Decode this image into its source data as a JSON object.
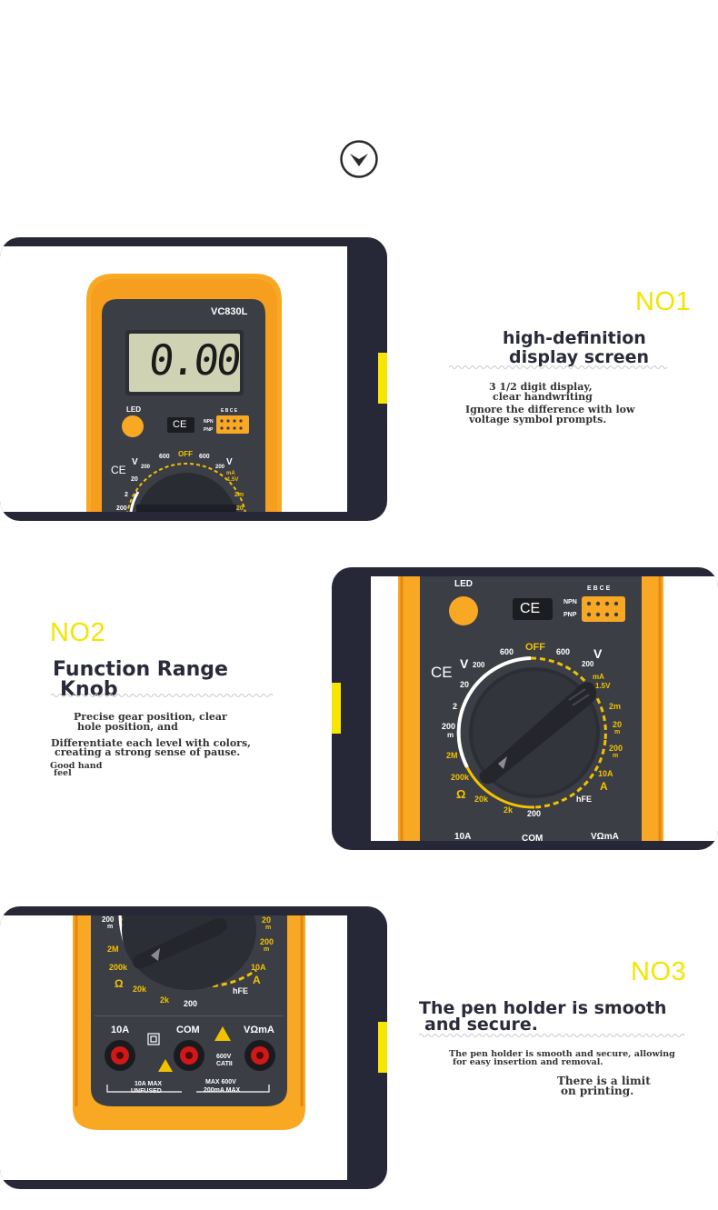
{
  "icons": {
    "scroll_down": "chevron-down-circle-icon",
    "ce_mark": "ce-mark-icon",
    "warning": "warning-triangle-icon",
    "double_insulation": "square-icon"
  },
  "colors": {
    "tablet_frame": "#262838",
    "accent_yellow": "#f7e600",
    "label_yellow": "#f2e500",
    "meter_orange": "#f9a824",
    "meter_body": "#3c3e46",
    "lcd_green": "#cfd3b4",
    "jack_red": "#d11818"
  },
  "section1": {
    "number": "NO1",
    "title_line1": "high-definition",
    "title_line2": "display screen",
    "desc_line1": "3 1/2 digit display,",
    "desc_line2": "clear handwriting",
    "desc_line3": "Ignore the difference with low",
    "desc_line4": "voltage symbol prompts.",
    "meter": {
      "model": "VC830L",
      "lcd": "0.00",
      "led": "LED",
      "ce": "CE",
      "ebce": "E B C E",
      "npn": "NPN",
      "pnp": "PNP",
      "dial": [
        "600",
        "OFF",
        "600",
        "V",
        "V",
        "200",
        "200",
        "20",
        "2",
        "200",
        "mA",
        "1.5V",
        "2m",
        "20"
      ]
    }
  },
  "section2": {
    "number": "NO2",
    "title_line1": "Function Range",
    "title_line2": "Knob",
    "desc_line1": "Precise gear position, clear",
    "desc_line2": "hole position, and",
    "desc_line3": "Differentiate each level with colors,",
    "desc_line4": "creating a strong sense of pause.",
    "desc_line5": "Good hand",
    "desc_line6": "feel",
    "meter": {
      "led": "LED",
      "ce": "CE",
      "ebce": "E B C E",
      "npn": "NPN",
      "pnp": "PNP",
      "off": "OFF",
      "v_dc": "V",
      "v_ac": "V",
      "left": [
        "200",
        "20",
        "2",
        "200",
        "m",
        "2M",
        "200k",
        "Ω",
        "20k",
        "2k",
        "200"
      ],
      "top": [
        "600",
        "600",
        "200"
      ],
      "right": [
        "mA",
        "1.5V",
        "2m",
        "20",
        "m",
        "200",
        "m",
        "10A",
        "A",
        "hFE"
      ],
      "bottom": [
        "10A",
        "COM",
        "VΩmA"
      ]
    }
  },
  "section3": {
    "number": "NO3",
    "title_line1": "The pen holder is smooth",
    "title_line2": "and secure.",
    "desc_line1": "The pen holder is smooth and secure, allowing",
    "desc_line2": "for easy insertion and removal.",
    "desc_line3": "There is a limit",
    "desc_line4": "on printing.",
    "meter": {
      "left": [
        "200",
        "m",
        "2M",
        "200k",
        "Ω",
        "20k",
        "2k",
        "200"
      ],
      "right": [
        "20",
        "m",
        "200",
        "m",
        "10A",
        "A",
        "hFE"
      ],
      "jacks": [
        "10A",
        "COM",
        "VΩmA"
      ],
      "cat": "600V",
      "cat2": "CATII",
      "fuse1": "10A MAX",
      "fuse2": "UNFUSED",
      "max1": "MAX 600V",
      "max2": "200mA MAX"
    }
  }
}
